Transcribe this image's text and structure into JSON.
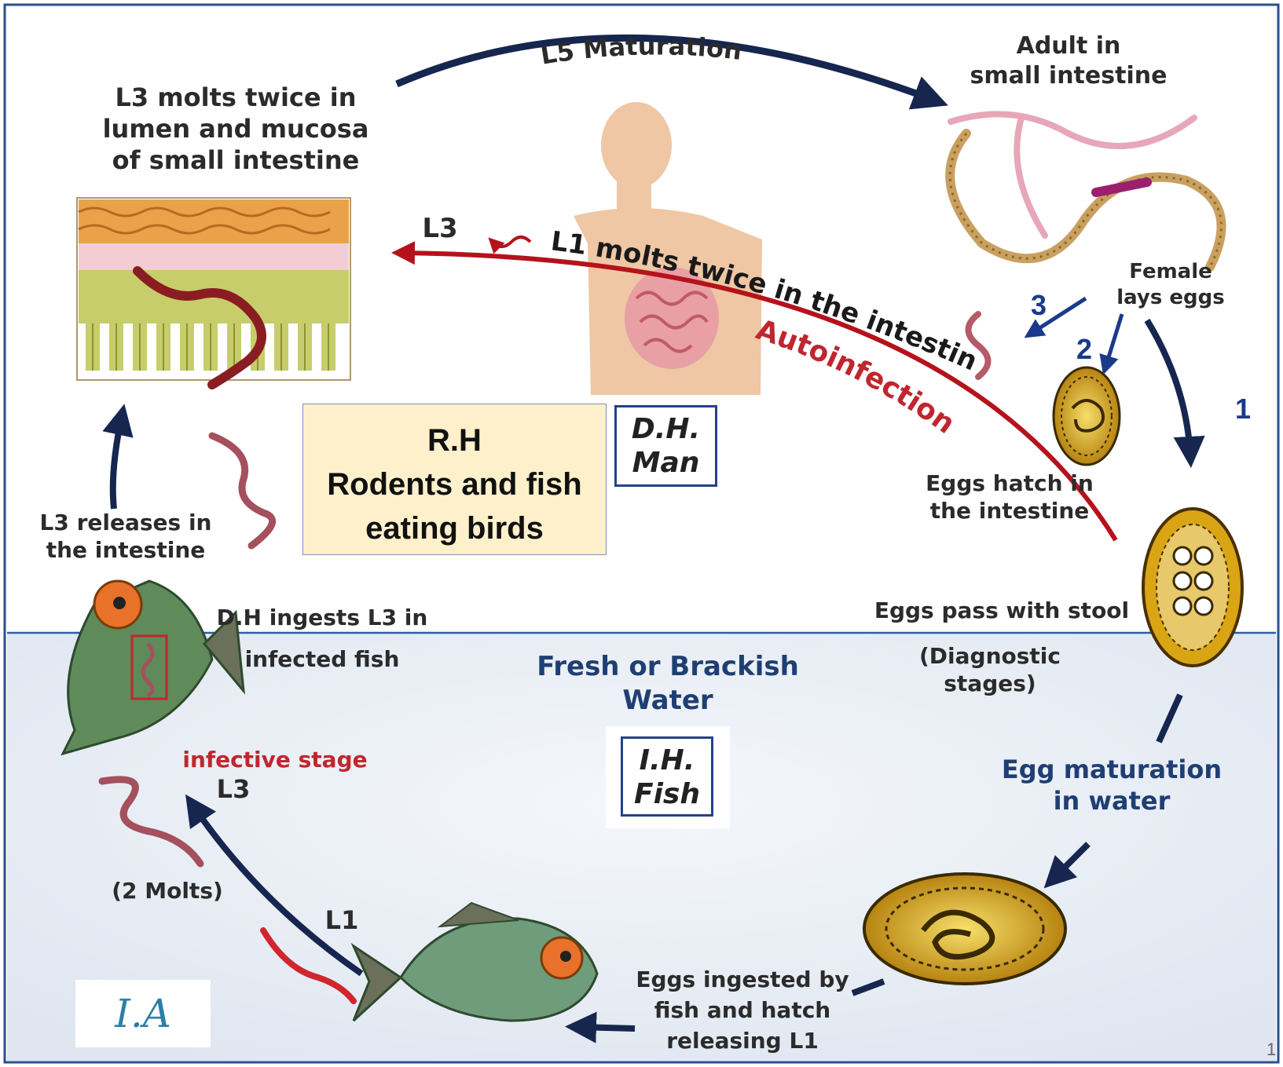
{
  "labels": {
    "l5_maturation": "L5 Maturation",
    "adult_small_intestine": [
      "Adult in",
      "small intestine"
    ],
    "l3_molts": [
      "L3 molts twice in",
      "lumen and mucosa",
      "of small intestine"
    ],
    "l3_top": "L3",
    "l1_molts_intestine": "L1 molts twice in the intestine",
    "autoinfection": "Autoinfection",
    "female_lays_eggs": [
      "Female",
      "lays eggs"
    ],
    "eggs_hatch_intestine": [
      "Eggs hatch in",
      "the intestine"
    ],
    "l3_releases": [
      "L3 releases in",
      "the intestine"
    ],
    "dh_ingests": [
      "D.H ingests L3 in",
      "infected fish"
    ],
    "eggs_pass_stool": "Eggs pass with stool",
    "diagnostic_stages": "(Diagnostic stages)",
    "fresh_brackish": [
      "Fresh or Brackish",
      "Water"
    ],
    "egg_maturation": [
      "Egg maturation",
      "in water"
    ],
    "infective_stage": "infective stage",
    "l3_bottom": "L3",
    "two_molts": "(2 Molts)",
    "l1": "L1",
    "eggs_ingested": [
      "Eggs ingested by",
      "fish and hatch",
      "releasing L1"
    ]
  },
  "numbers": {
    "n1": "1",
    "n2": "2",
    "n3": "3"
  },
  "hosts": {
    "definitive": [
      "D.H.",
      "Man"
    ],
    "intermediate": [
      "I.H.",
      "Fish"
    ]
  },
  "reservoir": [
    "R.H",
    "Rodents and fish",
    "eating birds"
  ],
  "logo": "I.A",
  "page_number": "1",
  "colors": {
    "border": "#2e4f8a",
    "arrow_dark": "#16264f",
    "arrow_red": "#b5121b",
    "water_bg": "#e8edf5",
    "divider": "#2e5fa6",
    "rh_fill": "#fdf0cb",
    "worm_red": "#a33a45",
    "egg_gold": "#d9a514"
  }
}
